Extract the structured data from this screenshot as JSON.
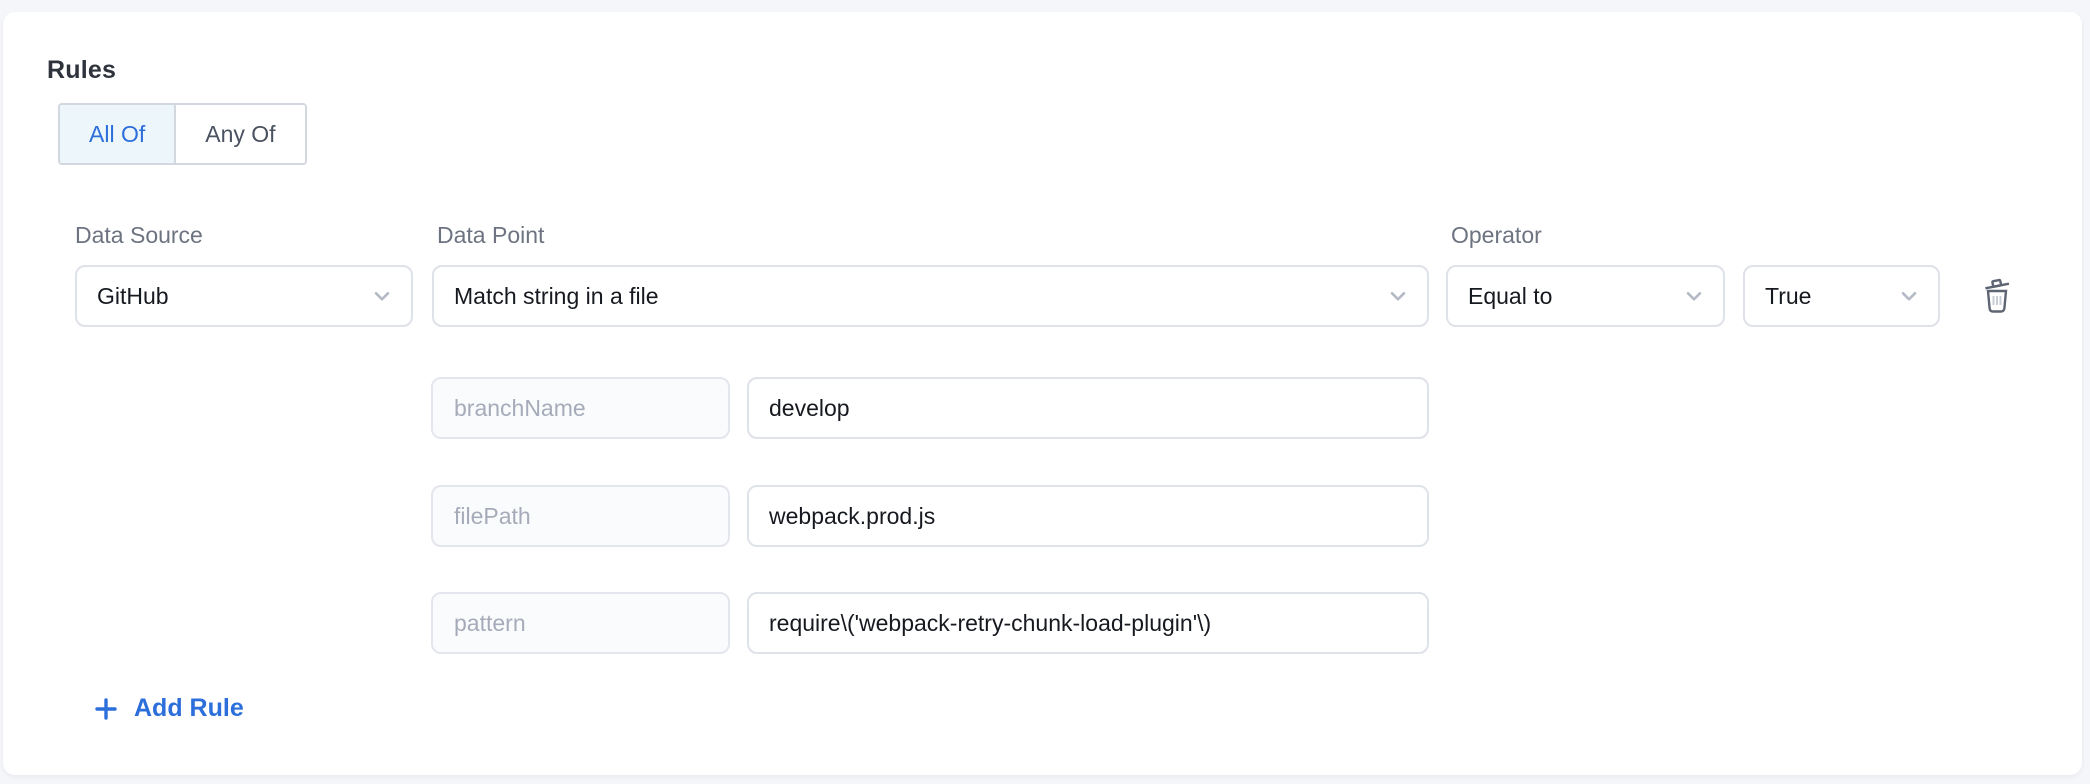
{
  "rules_section": {
    "heading": "Rules",
    "combinator": {
      "options": [
        {
          "label": "All Of",
          "selected": true
        },
        {
          "label": "Any Of",
          "selected": false
        }
      ]
    },
    "rule": {
      "data_source": {
        "label": "Data Source",
        "selected": "GitHub"
      },
      "data_point": {
        "label": "Data Point",
        "selected": "Match string in a file"
      },
      "operator": {
        "label": "Operator",
        "selected": "Equal to"
      },
      "operator_value": {
        "selected": "True"
      },
      "params": [
        {
          "key": "branchName",
          "value": "develop"
        },
        {
          "key": "filePath",
          "value": "webpack.prod.js"
        },
        {
          "key": "pattern",
          "value": "require\\('webpack-retry-chunk-load-plugin'\\)"
        }
      ]
    },
    "add_rule": {
      "label": "Add Rule",
      "icon": "plus-icon"
    },
    "icons": {
      "delete": "trash-icon",
      "dropdown_chevron": "chevron-down-icon"
    },
    "colors": {
      "accent_blue": "#2c6fdb",
      "selected_segment_bg": "#ecf6fb",
      "label_gray": "#6d7380",
      "input_border": "#dfe2e9",
      "page_background": "#f4f6f9",
      "card_background": "#ffffff"
    }
  }
}
